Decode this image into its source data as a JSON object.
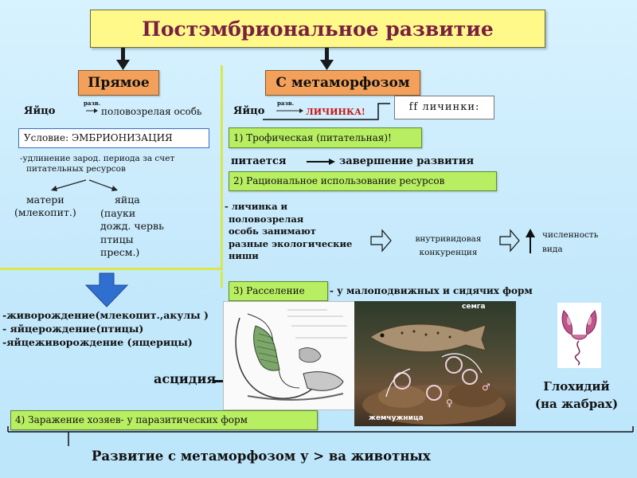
{
  "title": "Постэмбриональное развитие",
  "direct": {
    "heading": "Прямое",
    "egg": "Яйцо",
    "raz": "разв.",
    "adult": "половозрелая особь",
    "condition": "Условие: ЭМБРИОНИЗАЦИЯ",
    "note_line1": "-удлинение зарод. периода за счет",
    "note_line2": "питательных ресурсов",
    "left_col": [
      "матери",
      "(млекопит.)"
    ],
    "right_col": [
      "яйца",
      "(пауки",
      "дожд. червь",
      "птицы",
      "пресм.)"
    ],
    "birth": [
      "-живорождение(млекопит.,акулы )",
      "- яйцерождение(птицы)",
      "-яйцеживорождение  (ящерицы)"
    ]
  },
  "meta": {
    "heading": "С метаморфозом",
    "egg": "Яйцо",
    "raz": "разв.",
    "larva": "ЛИЧИНКА!",
    "ff": "ff личинки:",
    "trophic": "1) Трофическая (питательная)!",
    "feeds": "питается",
    "completion": "завершение развития",
    "rational": "2) Рациональное использование ресурсов",
    "niche_lines": [
      "- личинка и",
      "половозрелая",
      "особь занимают",
      "разные экологические",
      "ниши"
    ],
    "competition": [
      "внутривидовая",
      "конкуренция"
    ],
    "abundance": [
      "численность",
      "вида"
    ],
    "dispersal": "3) Расселение",
    "dispersal_note": "- у  малоподвижных и сидячих форм",
    "salmon": "семга",
    "pearl": "жемчужница",
    "ascidia": "асцидия",
    "glochidium": [
      "Глохидий",
      "(на жабрах)"
    ],
    "parasite": "4) Заражение хозяев- у паразитических форм"
  },
  "footer": "Развитие с метаморфозом у  > ва животных"
}
